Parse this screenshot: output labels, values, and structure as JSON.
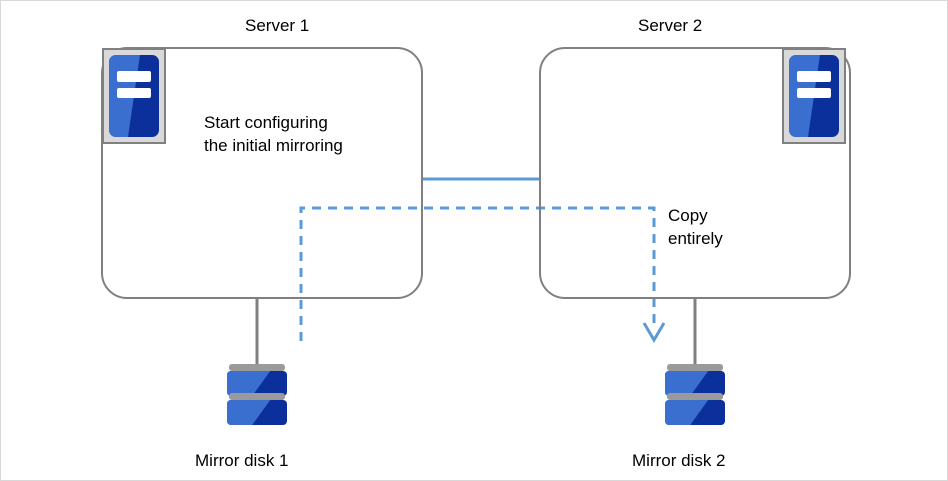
{
  "diagram": {
    "title": "Mirror disk initial mirroring between two servers",
    "colors": {
      "box_border": "#808080",
      "connector_gray": "#808080",
      "link_blue": "#5b9bd5",
      "copy_blue": "#5b9bd5",
      "icon_blue_light": "#3a6fd0",
      "icon_blue_dark": "#0b2f9b",
      "icon_frame": "#d9d9d9",
      "page_border": "#d8d8d8"
    },
    "servers": [
      {
        "id": "server1",
        "caption": "Server 1",
        "icon_name": "server-icon",
        "body_text": "Start configuring\nthe initial mirroring"
      },
      {
        "id": "server2",
        "caption": "Server 2",
        "icon_name": "server-icon",
        "body_text": ""
      }
    ],
    "disks": [
      {
        "id": "disk1",
        "caption": "Mirror disk 1",
        "icon_name": "mirror-disk-icon"
      },
      {
        "id": "disk2",
        "caption": "Mirror disk 2",
        "icon_name": "mirror-disk-icon"
      }
    ],
    "annotations": {
      "copy_label": "Copy\nentirely"
    },
    "links": [
      {
        "id": "interconnect",
        "style": "solid",
        "color": "#5b9bd5",
        "from": "server1",
        "to": "server2"
      },
      {
        "id": "copy-flow",
        "style": "dashed",
        "color": "#5b9bd5",
        "from": "mirror-disk-1",
        "to": "mirror-disk-2",
        "arrow": "down"
      }
    ]
  }
}
